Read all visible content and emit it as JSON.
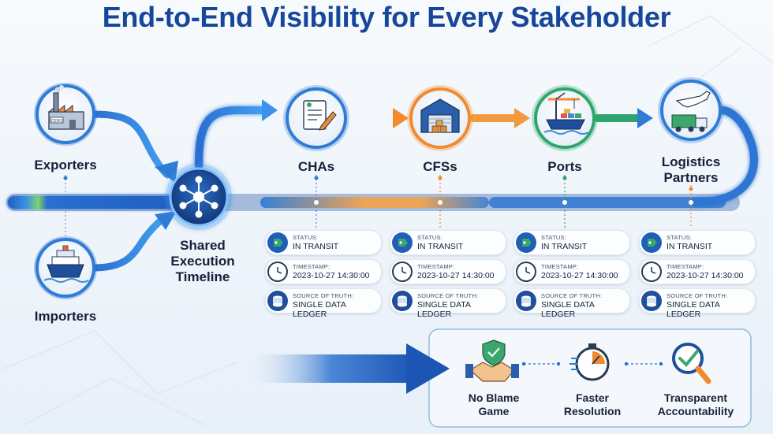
{
  "title": "End-to-End Visibility for Every Stakeholder",
  "nodes": {
    "exporters": "Exporters",
    "importers": "Importers",
    "shared": "Shared Execution Timeline",
    "chas": "CHAs",
    "cfss": "CFSs",
    "ports": "Ports",
    "logistics": "Logistics Partners"
  },
  "status_cards": [
    {
      "status_key": "STATUS:",
      "status_val": "IN TRANSIT",
      "time_key": "TIMESTAMP:",
      "time_val": "2023-10-27 14:30:00",
      "src_key": "SOURCE OF TRUTH:",
      "src_val": "SINGLE DATA LEDGER"
    },
    {
      "status_key": "STATUS:",
      "status_val": "IN TRANSIT",
      "time_key": "TIMESTAMP:",
      "time_val": "2023-10-27 14:30:00",
      "src_key": "SOURCE OF TRUTH:",
      "src_val": "SINGLE DATA LEDGER"
    },
    {
      "status_key": "STATUS:",
      "status_val": "IN TRANSIT",
      "time_key": "TIMESTAMP:",
      "time_val": "2023-10-27 14:30:00",
      "src_key": "SOURCE OF TRUTH:",
      "src_val": "SINGLE DATA LEDGER"
    },
    {
      "status_key": "STATUS:",
      "status_val": "IN TRANSIT",
      "time_key": "TIMESTAMP:",
      "time_val": "2023-10-27 14:30:00",
      "src_key": "SOURCE OF TRUTH:",
      "src_val": "SINGLE DATA LEDGER"
    }
  ],
  "factory_sign": "CERO",
  "benefits": {
    "no_blame": "No Blame Game",
    "faster": "Faster Resolution",
    "transparent": "Transparent Accountability"
  },
  "colors": {
    "title": "#17479a",
    "blue": "#2e7cd6",
    "orange": "#f08a2c",
    "green": "#2ea66a",
    "dark": "#16203a"
  }
}
